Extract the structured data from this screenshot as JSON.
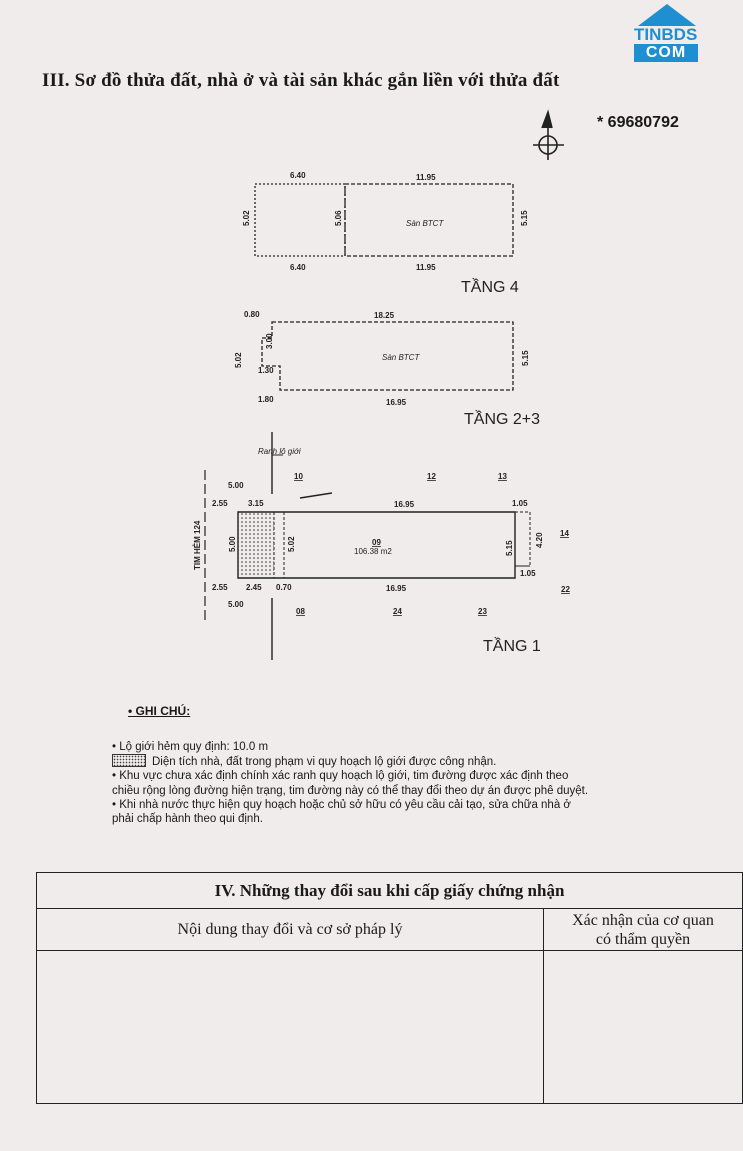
{
  "logo": {
    "top": "TINBDS",
    "bottom": "COM"
  },
  "section3": {
    "title": "III. Sơ đồ thửa đất, nhà ở và tài sản khác gắn liền với thửa đất"
  },
  "serial": "* 69680792",
  "plan": {
    "floor4": {
      "label": "TẦNG 4",
      "slab": "Sàn BTCT",
      "top_left": "6.40",
      "top_right": "11.95",
      "bottom_left": "6.40",
      "bottom_right": "11.95",
      "left": "5.02",
      "mid": "5.06",
      "right": "5.15"
    },
    "floor23": {
      "label": "TẦNG 2+3",
      "slab": "Sàn BTCT",
      "top_left": "0.80",
      "top_right": "18.25",
      "left": "5.02",
      "inner": "3.00",
      "step": "1.30",
      "bottom_left": "1.80",
      "bottom_right": "16.95",
      "right": "5.15"
    },
    "floor1": {
      "label": "TẦNG 1",
      "boundary_label": "Ranh lộ giới",
      "alley": "TIM HẺM 124",
      "top_setback": "5.00",
      "top_a": "2.55",
      "top_b": "3.15",
      "top_len": "16.95",
      "top_right": "1.05",
      "left_w": "5.00",
      "mid_w": "5.02",
      "right_w": "5.15",
      "right_in": "4.20",
      "right_bottom": "1.05",
      "bottom_a": "2.55",
      "bottom_b": "2.45",
      "bottom_c": "0.70",
      "bottom_len": "16.95",
      "bottom_setback": "5.00",
      "lot_no": "09",
      "area": "106.38 m2",
      "n10": "10",
      "n12": "12",
      "n13": "13",
      "n14": "14",
      "n22": "22",
      "n08": "08",
      "n24": "24",
      "n23": "23"
    }
  },
  "notes": {
    "heading": "• GHI CHÚ:",
    "line1": "• Lộ giới hẻm quy định: 10.0 m",
    "line2": "Diện tích nhà, đất trong phạm vi quy hoạch lộ giới được công nhận.",
    "line3a": "• Khu vực chưa xác định chính xác ranh quy hoạch lộ giới, tim đường được xác định theo",
    "line3b": "chiều rộng lòng đường hiện trạng, tim đường này có thể thay đổi theo dự án được phê duyệt.",
    "line4a": "• Khi nhà nước thực hiện quy hoạch hoặc chủ sở hữu có yêu cầu cải tạo, sửa chữa nhà ở",
    "line4b": "phải chấp hành theo qui định."
  },
  "section4": {
    "title": "IV. Những thay đổi sau khi cấp giấy chứng nhận",
    "col1": "Nội dung thay đổi và cơ sở pháp lý",
    "col2a": "Xác nhận của cơ quan",
    "col2b": "có thẩm quyền"
  }
}
